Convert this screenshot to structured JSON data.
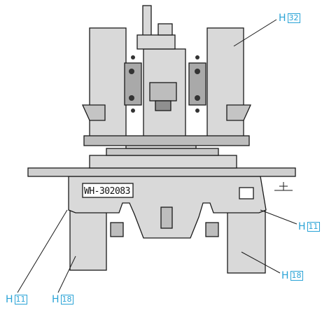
{
  "diagram": {
    "plate_text": "WH-302083",
    "colors": {
      "line": "#1a1a1a",
      "fill": "#d9d9d9",
      "dark": "#555555",
      "label": "#29a3d6"
    },
    "labels": [
      {
        "id": "top-right",
        "prefix": "H",
        "num": "32"
      },
      {
        "id": "mid-right",
        "prefix": "H",
        "num": "11"
      },
      {
        "id": "bottom-right",
        "prefix": "H",
        "num": "18"
      },
      {
        "id": "bottom-left-1",
        "prefix": "H",
        "num": "11"
      },
      {
        "id": "bottom-left-2",
        "prefix": "H",
        "num": "18"
      }
    ]
  }
}
